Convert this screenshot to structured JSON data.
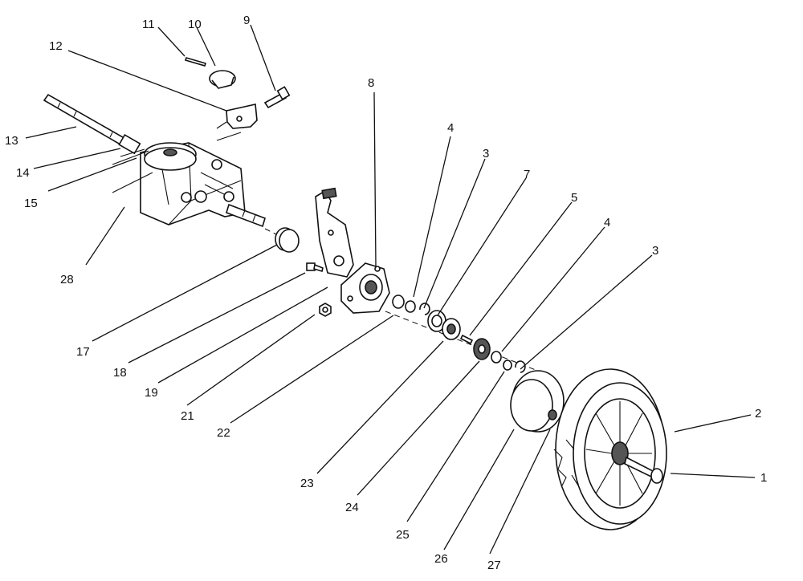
{
  "callouts": [
    "1",
    "2",
    "3",
    "4",
    "5",
    "7",
    "3",
    "4",
    "8",
    "9",
    "10",
    "11",
    "12",
    "13",
    "14",
    "15",
    "17",
    "18",
    "19",
    "21",
    "22",
    "23",
    "24",
    "25",
    "26",
    "27",
    "28"
  ]
}
